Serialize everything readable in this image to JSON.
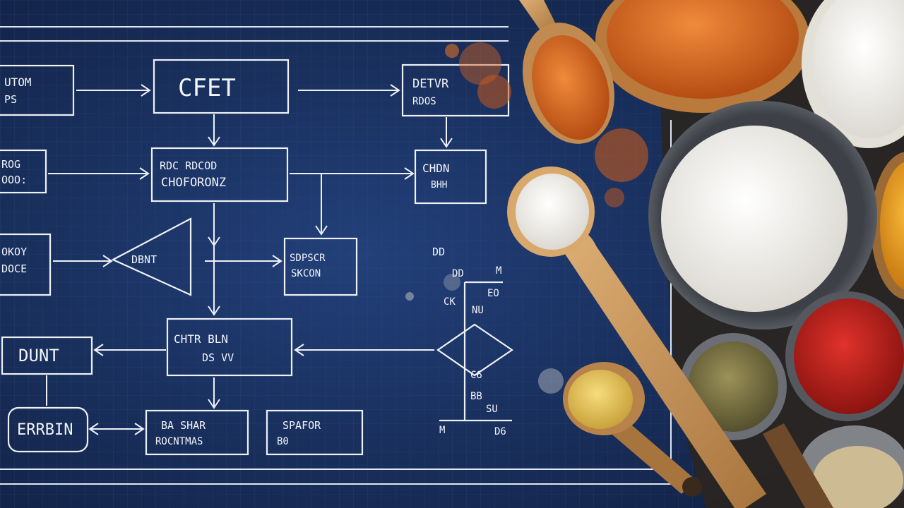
{
  "colors": {
    "blueprint": "#1b3262",
    "blueprint_dark": "#14274e",
    "chalk": "#eef1f6",
    "table": "#2b2622",
    "wood": "#c9955c",
    "bowl_wood": "#b97a3c",
    "paprika": "#d86a22",
    "flour": "#f2f0ea",
    "chili": "#c4201c",
    "pepper": "#7d7444",
    "mustard": "#e6c55e",
    "turmeric": "#e89a1e",
    "steel": "#4b4f55"
  },
  "flowchart": {
    "boxes": [
      {
        "id": "top-left",
        "lines": [
          "UTOM",
          "PS"
        ]
      },
      {
        "id": "top-center",
        "lines": [
          "CFET"
        ]
      },
      {
        "id": "top-right",
        "lines": [
          "DETVR",
          "RDOS"
        ]
      },
      {
        "id": "mid-left",
        "lines": [
          "ROG",
          "OOO:"
        ]
      },
      {
        "id": "mid-center",
        "lines": [
          "RDC   RDCOD",
          "CHOFORONZ"
        ]
      },
      {
        "id": "mid-right",
        "lines": [
          "CHDN",
          "BHH"
        ]
      },
      {
        "id": "lower-left",
        "lines": [
          "OKOY",
          "DOCE"
        ]
      },
      {
        "id": "triangle",
        "lines": [
          "DBNT"
        ]
      },
      {
        "id": "lower-right",
        "lines": [
          "SDPSCR",
          "SKCON"
        ]
      },
      {
        "id": "bottom-left",
        "lines": [
          "DUNT"
        ]
      },
      {
        "id": "bottom-center",
        "lines": [
          "CHTR  BLN",
          "DS VV"
        ]
      },
      {
        "id": "bottom-round",
        "lines": [
          "ERRBIN"
        ]
      },
      {
        "id": "footer-center",
        "lines": [
          "BA SHAR",
          "ROCNTMAS"
        ]
      },
      {
        "id": "footer-right",
        "lines": [
          "SPAFOR",
          "B0"
        ]
      }
    ],
    "side_notes": [
      "DD",
      "DD",
      "M",
      "EO",
      "CK",
      "NU",
      "C6",
      "BB",
      "SU",
      "M",
      "D6"
    ]
  },
  "ingredients": [
    {
      "name": "paprika-in-spoon"
    },
    {
      "name": "paprika-bowl"
    },
    {
      "name": "flour-bowl-top"
    },
    {
      "name": "flour-steel-bowl"
    },
    {
      "name": "salt-spoon"
    },
    {
      "name": "turmeric-bowl"
    },
    {
      "name": "chili-bowl"
    },
    {
      "name": "pepper-bowl"
    },
    {
      "name": "mustard-spoon"
    },
    {
      "name": "spice-jar"
    }
  ]
}
